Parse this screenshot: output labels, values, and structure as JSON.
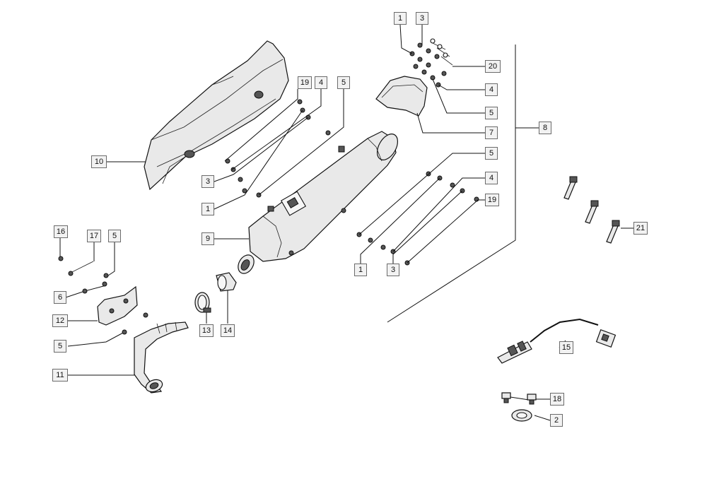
{
  "callouts": [
    {
      "id": "c1a",
      "label": "1"
    },
    {
      "id": "c3a",
      "label": "3"
    },
    {
      "id": "c20",
      "label": "20"
    },
    {
      "id": "c4a",
      "label": "4"
    },
    {
      "id": "c5a",
      "label": "5"
    },
    {
      "id": "c7",
      "label": "7"
    },
    {
      "id": "c8",
      "label": "8"
    },
    {
      "id": "c19a",
      "label": "19"
    },
    {
      "id": "c4b",
      "label": "4"
    },
    {
      "id": "c5b",
      "label": "5"
    },
    {
      "id": "c10",
      "label": "10"
    },
    {
      "id": "c3b",
      "label": "3"
    },
    {
      "id": "c1b",
      "label": "1"
    },
    {
      "id": "c5c",
      "label": "5"
    },
    {
      "id": "c4c",
      "label": "4"
    },
    {
      "id": "c19b",
      "label": "19"
    },
    {
      "id": "c1c",
      "label": "1"
    },
    {
      "id": "c3c",
      "label": "3"
    },
    {
      "id": "c9",
      "label": "9"
    },
    {
      "id": "c16",
      "label": "16"
    },
    {
      "id": "c17",
      "label": "17"
    },
    {
      "id": "c5d",
      "label": "5"
    },
    {
      "id": "c6",
      "label": "6"
    },
    {
      "id": "c12",
      "label": "12"
    },
    {
      "id": "c5e",
      "label": "5"
    },
    {
      "id": "c11",
      "label": "11"
    },
    {
      "id": "c13",
      "label": "13"
    },
    {
      "id": "c14",
      "label": "14"
    },
    {
      "id": "c21",
      "label": "21"
    },
    {
      "id": "c15",
      "label": "15"
    },
    {
      "id": "c18",
      "label": "18"
    },
    {
      "id": "c2",
      "label": "2"
    }
  ]
}
